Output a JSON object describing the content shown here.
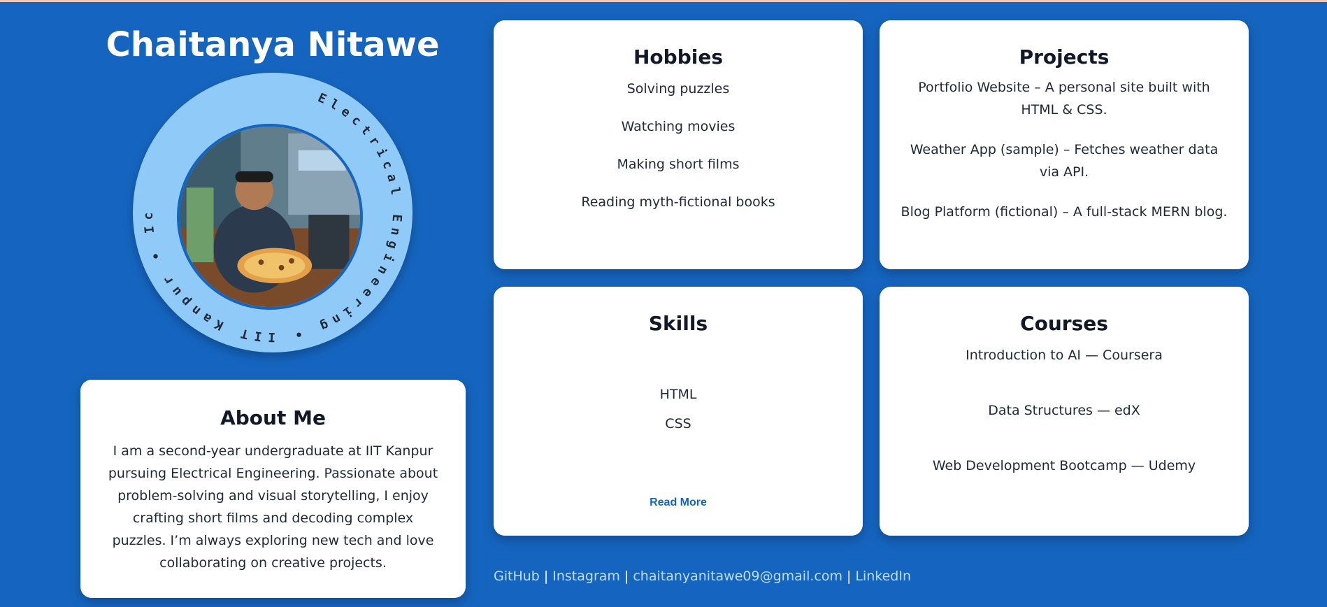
{
  "header": {
    "name": "Chaitanya Nitawe",
    "ring_text": "Electrical Engineering • IIT Kanpur • Ichalkaranji, Maharashtra• "
  },
  "about": {
    "title": "About Me",
    "text": "I am a second-year undergraduate at IIT Kanpur pursuing Electrical Engineering. Passionate about problem-solving and visual storytelling, I enjoy crafting short films and decoding complex puzzles. I’m always exploring new tech and love collaborating on creative projects."
  },
  "hobbies": {
    "title": "Hobbies",
    "items": [
      "Solving puzzles",
      "Watching movies",
      "Making short films",
      "Reading myth-fictional books"
    ]
  },
  "projects": {
    "title": "Projects",
    "items": [
      "Portfolio Website – A personal site built with HTML & CSS.",
      "Weather App (sample) – Fetches weather data via API.",
      "Blog Platform (fictional) – A full-stack MERN blog."
    ]
  },
  "skills": {
    "title": "Skills",
    "items": [
      "HTML",
      "CSS"
    ],
    "read_more": "Read More"
  },
  "courses": {
    "title": "Courses",
    "items": [
      "Introduction to AI — Coursera",
      "Data Structures — edX",
      "Web Development Bootcamp — Udemy"
    ]
  },
  "footer": {
    "links": [
      "GitHub",
      "Instagram",
      "chaitanyanitawe09@gmail.com",
      "LinkedIn"
    ],
    "separator": "|"
  },
  "colors": {
    "background": "#1565c0",
    "ring": "#90caf9",
    "card": "#ffffff",
    "link": "#1565c0"
  },
  "icons": {
    "photo": "profile-photo"
  }
}
